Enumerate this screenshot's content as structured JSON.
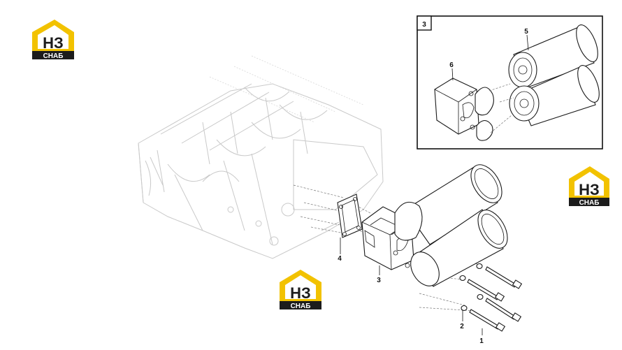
{
  "logo": {
    "letters": "НЗ",
    "caption": "СНАБ",
    "colors": {
      "roof": "#f2c200",
      "dark": "#1c1c1c",
      "text_light": "#ffffff"
    }
  },
  "callouts": {
    "inset_number": "3",
    "part_1": "1",
    "part_2": "2",
    "part_3": "3",
    "part_4": "4",
    "part_5": "5",
    "part_6": "6"
  }
}
